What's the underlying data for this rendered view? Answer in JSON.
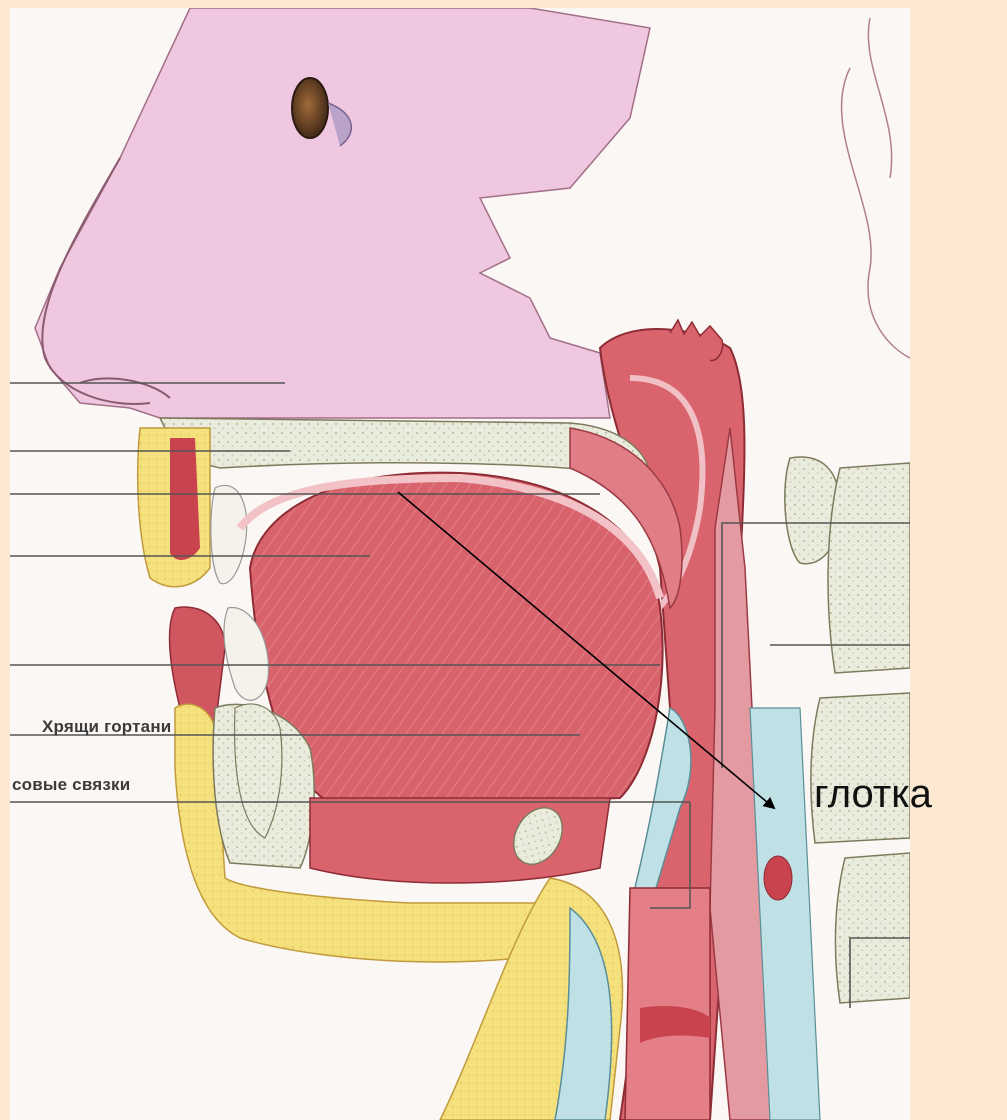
{
  "figure": {
    "labels": {
      "cartilages": "Хрящи гортани",
      "vocal_cords": "совые связки"
    }
  },
  "callout": {
    "text": "глотка"
  },
  "colors": {
    "background": "#fde9d2",
    "skin": "#efc7e0",
    "muscle": "#d9646d",
    "bone": "#e7ead8",
    "fat": "#f2df7a",
    "cartilage_blue": "#bfe1e6"
  }
}
